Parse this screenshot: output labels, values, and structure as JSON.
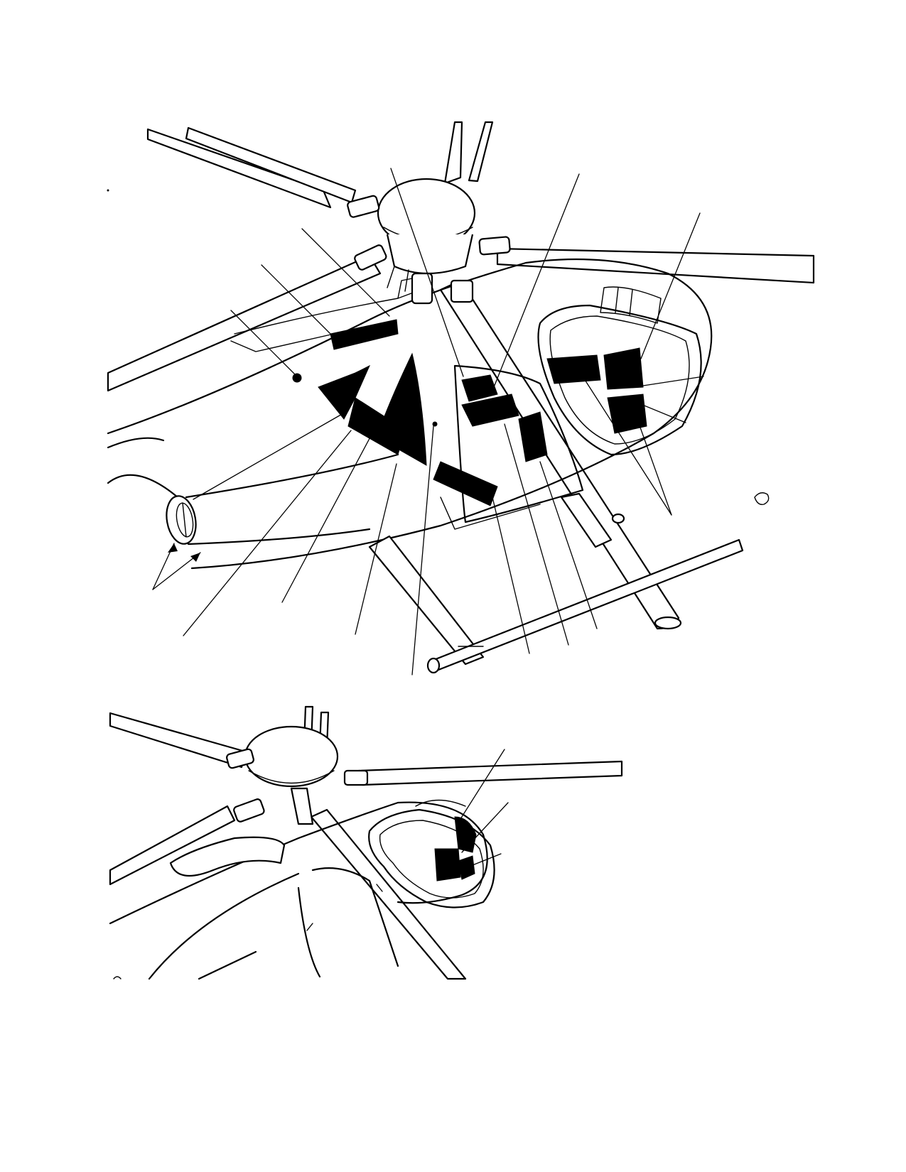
{
  "figure": {
    "views": [
      {
        "id": "upper-view",
        "subject": "helicopter-top-left-view"
      },
      {
        "id": "lower-view",
        "subject": "helicopter-top-right-view"
      }
    ],
    "colors": {
      "ink": "#000000",
      "paper": "#ffffff"
    },
    "labels": []
  }
}
